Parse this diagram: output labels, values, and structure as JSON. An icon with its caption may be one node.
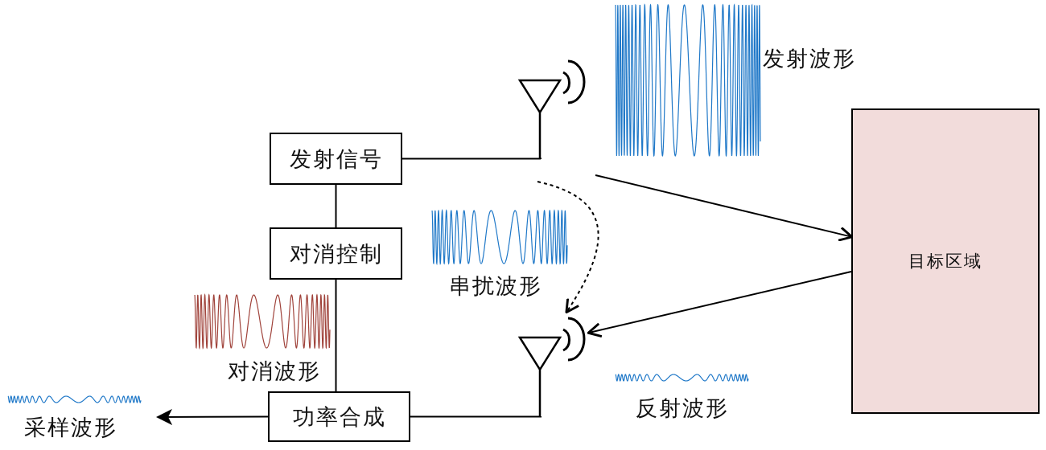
{
  "diagram": {
    "nodes": [
      {
        "text": [
          "发射信号"
        ]
      },
      {
        "text": [
          "对消控制"
        ]
      },
      {
        "text": [
          "功率合成"
        ]
      },
      {
        "text": [],
        "shape": "antenna"
      },
      {
        "text": [],
        "shape": "antenna"
      },
      {
        "text": [
          "目标区域"
        ]
      }
    ],
    "edges": [
      {
        "from": 0,
        "to": 3,
        "arrow": "none"
      },
      {
        "from": 0,
        "to": 1,
        "arrow": "none"
      },
      {
        "from": 1,
        "to": 2,
        "arrow": "none"
      },
      {
        "from": 4,
        "to": 2,
        "arrow": "none"
      },
      {
        "from": 2,
        "to": null,
        "arrow": "to"
      },
      {
        "from": null,
        "to": 5,
        "arrow": "to"
      },
      {
        "from": 5,
        "to": 4,
        "arrow": "to"
      },
      {
        "from": null,
        "to": 4,
        "arrow": "to",
        "style": "dashed"
      }
    ],
    "labels": [
      "发射波形",
      "串扰波形",
      "对消波形",
      "反射波形",
      "采样波形"
    ]
  }
}
